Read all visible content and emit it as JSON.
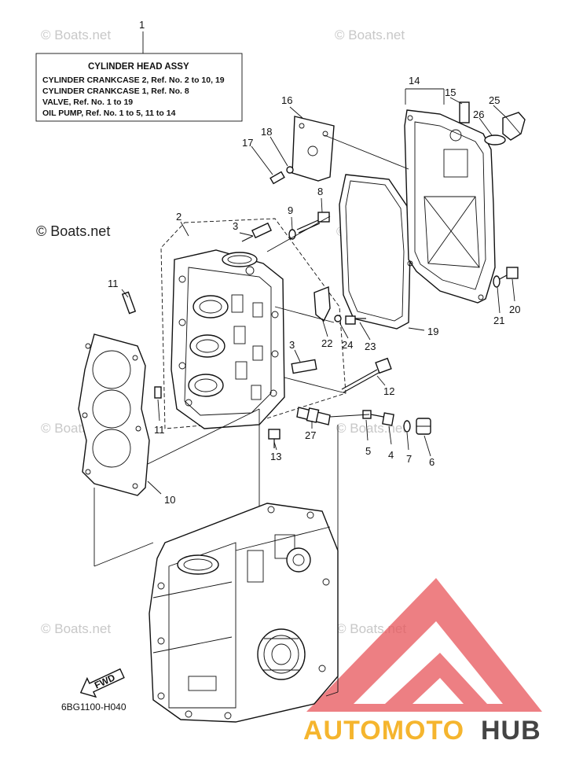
{
  "legend": {
    "ref": "1",
    "title": "CYLINDER HEAD ASSY",
    "lines": [
      "CYLINDER CRANKCASE 2,  Ref. No. 2 to 10, 19",
      "CYLINDER CRANKCASE 1,  Ref. No. 8",
      "VALVE,  Ref. No. 1 to 19",
      "OIL PUMP,  Ref. No. 1 to 5, 11 to 14"
    ]
  },
  "watermarks": {
    "dark": "© Boats.net",
    "light": "© Boats.net"
  },
  "callouts": {
    "c2": "2",
    "c3a": "3",
    "c3b": "3",
    "c4": "4",
    "c5": "5",
    "c6": "6",
    "c7": "7",
    "c8": "8",
    "c9": "9",
    "c10": "10",
    "c11a": "11",
    "c11b": "11",
    "c12": "12",
    "c13": "13",
    "c14": "14",
    "c15": "15",
    "c16": "16",
    "c17": "17",
    "c18": "18",
    "c19": "19",
    "c20": "20",
    "c21": "21",
    "c22": "22",
    "c23": "23",
    "c24": "24",
    "c25": "25",
    "c26": "26",
    "c27": "27"
  },
  "fwd_label": "FWD",
  "diagram_code": "6BG1100-H040",
  "brand": {
    "part1": "AUTOMOTO",
    "part2": "HUB",
    "color1": "#f5b52e",
    "color2": "#444444",
    "logo_color": "#e8555a"
  }
}
